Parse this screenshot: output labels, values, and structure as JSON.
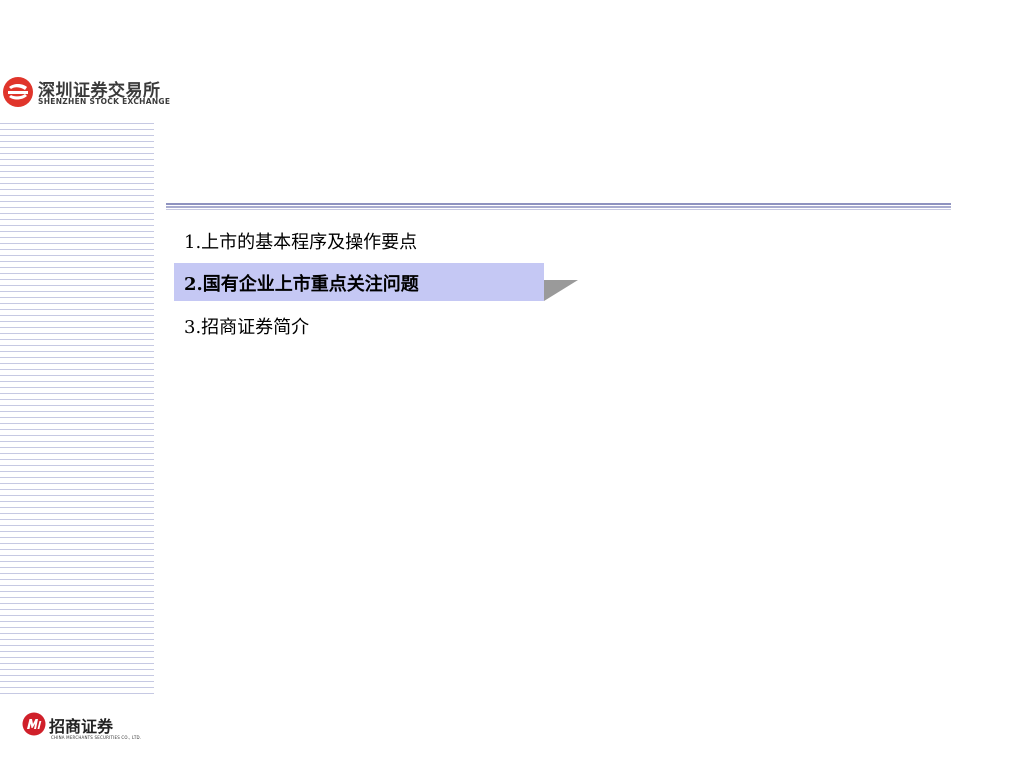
{
  "header": {
    "logo": {
      "name_cn": "深圳证券交易所",
      "name_en": "SHENZHEN STOCK EXCHANGE",
      "icon": "szse-emblem-icon",
      "color": "#e0352b"
    }
  },
  "agenda": {
    "items": [
      {
        "label": "1.上市的基本程序及操作要点",
        "active": false
      },
      {
        "label": "2.国有企业上市重点关注问题",
        "active": true
      },
      {
        "label": "3.招商证券简介",
        "active": false
      }
    ],
    "highlight_color": "#c5c8f4",
    "divider_color": "#8f93c0"
  },
  "footer": {
    "logo": {
      "name_cn": "招商证券",
      "name_en": "CHINA MERCHANTS SECURITIES CO., LTD.",
      "icon": "cms-emblem-icon",
      "color": "#d0202a"
    }
  },
  "stripes_color": "#c6c9e3"
}
